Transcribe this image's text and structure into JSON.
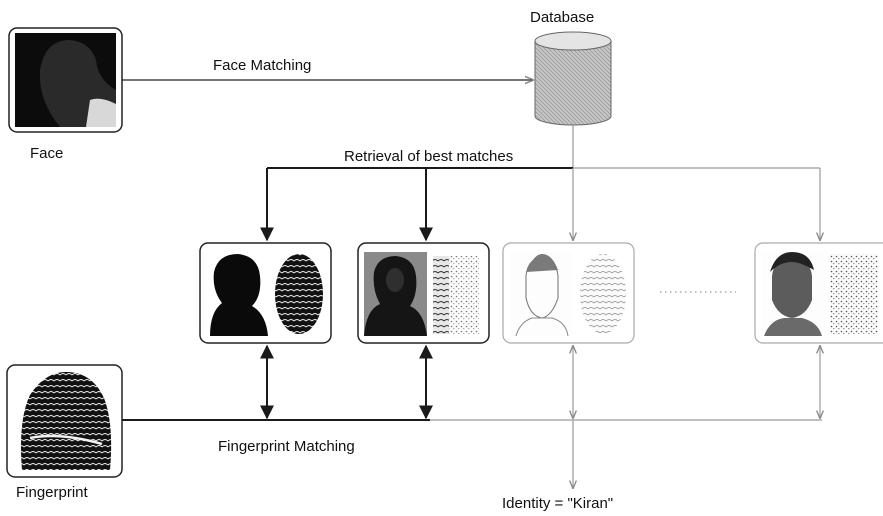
{
  "labels": {
    "database": "Database",
    "face_matching": "Face Matching",
    "face": "Face",
    "retrieval": "Retrieval of best matches",
    "fingerprint_matching": "Fingerprint Matching",
    "fingerprint": "Fingerprint",
    "identity": "Identity = \"Kiran\""
  },
  "candidates": [
    {
      "id": 1,
      "shade": "dark"
    },
    {
      "id": 2,
      "shade": "dark"
    },
    {
      "id": 3,
      "shade": "light"
    },
    {
      "id": 4,
      "shade": "light"
    }
  ]
}
